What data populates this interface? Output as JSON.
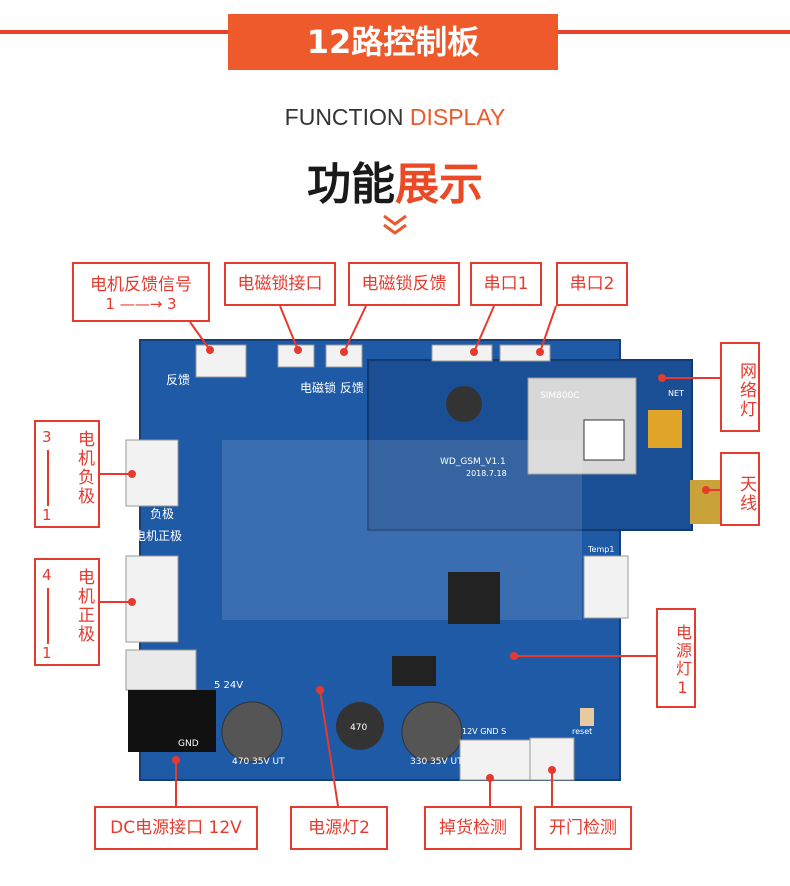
{
  "banner": {
    "title": "12路控制板"
  },
  "heading": {
    "en_a": "FUNCTION",
    "en_b": " DISPLAY",
    "cn_a": "功能",
    "cn_b": "展示"
  },
  "callouts": {
    "motor_feedback": "电机反馈信号",
    "motor_feedback_range": "1 ——→ 3",
    "lock_port": "电磁锁接口",
    "lock_feedback": "电磁锁反馈",
    "uart1": "串口1",
    "uart2": "串口2",
    "net_led": "网络灯",
    "antenna": "天线",
    "motor_neg": "电机负极",
    "motor_neg_range_top": "3",
    "motor_neg_range_bottom": "1",
    "motor_pos": "电机正极",
    "motor_pos_range_top": "4",
    "motor_pos_range_bottom": "1",
    "power_led1": "电源灯1",
    "dc_port": "DC电源接口 12V",
    "power_led2": "电源灯2",
    "drop_detect": "掉货检测",
    "door_detect": "开门检测"
  },
  "board": {
    "silkscreen": {
      "feedback": "反馈",
      "lock_feedback": "电磁锁 反馈",
      "neg": "负极",
      "pos": "电机正极",
      "module": "SIM800C",
      "board_id": "WD_GSM_V1.1",
      "date": "2018.7.18",
      "voltage": "5 24V",
      "gnd": "GND",
      "reset": "reset",
      "pins": "12V GND S",
      "cap1": "470 35V UT",
      "cap2": "330 35V UT",
      "inductor": "470",
      "net": "NET",
      "temp": "Temp1"
    }
  },
  "colors": {
    "accent": "#e63a2e",
    "banner": "#ee5a2c",
    "pcb": "#1f5aa6"
  }
}
